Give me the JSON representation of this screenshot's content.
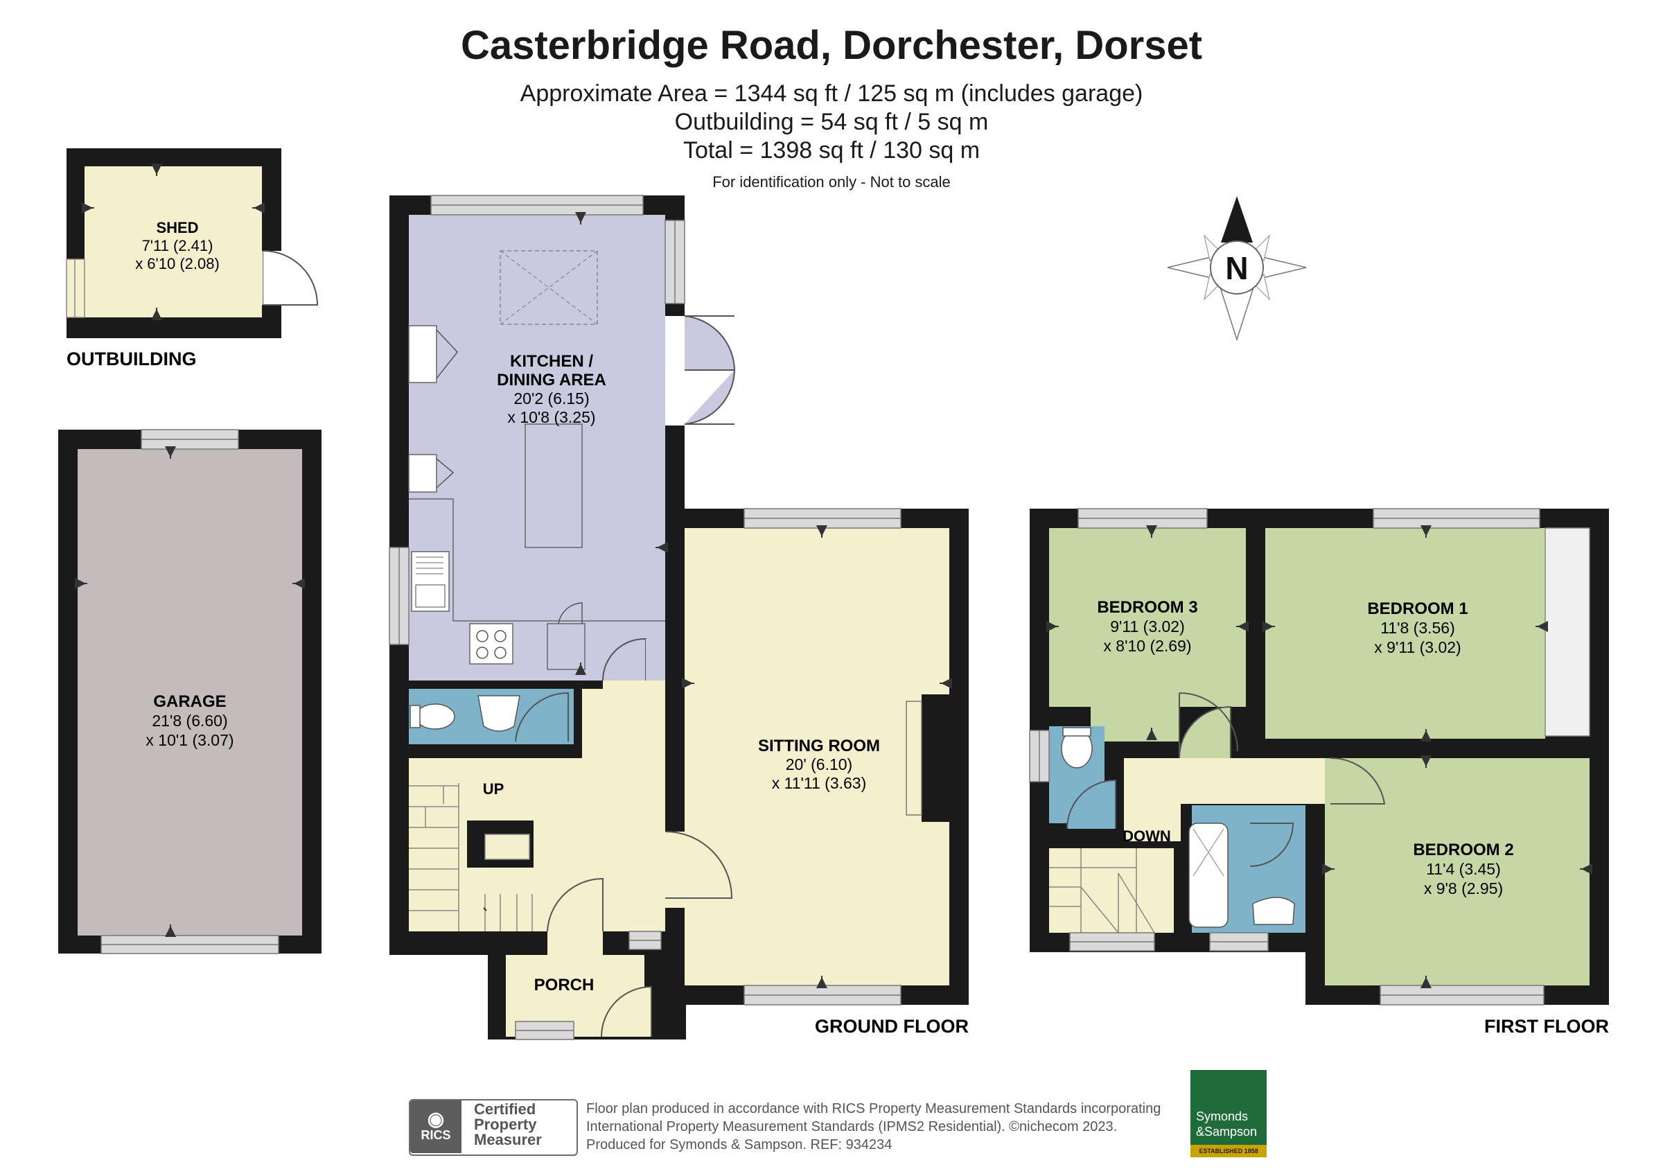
{
  "header": {
    "title": "Casterbridge Road, Dorchester, Dorset",
    "area_line": "Approximate Area = 1344 sq ft / 125 sq m (includes garage)",
    "outbuilding_line": "Outbuilding = 54 sq ft / 5 sq m",
    "total_line": "Total = 1398 sq ft / 130 sq m",
    "identification_note": "For identification only - Not to scale"
  },
  "compass": {
    "label": "N"
  },
  "outbuilding": {
    "label": "OUTBUILDING",
    "shed": {
      "name": "SHED",
      "dim1": "7'11 (2.41)",
      "dim2": "x 6'10 (2.08)"
    },
    "garage": {
      "name": "GARAGE",
      "dim1": "21'8 (6.60)",
      "dim2": "x 10'1 (3.07)"
    }
  },
  "ground_floor": {
    "label": "GROUND FLOOR",
    "kitchen": {
      "name1": "KITCHEN /",
      "name2": "DINING AREA",
      "dim1": "20'2 (6.15)",
      "dim2": "x 10'8 (3.25)"
    },
    "sitting": {
      "name": "SITTING ROOM",
      "dim1": "20' (6.10)",
      "dim2": "x 11'11 (3.63)"
    },
    "porch": {
      "name": "PORCH"
    },
    "stairs_label": "UP"
  },
  "first_floor": {
    "label": "FIRST FLOOR",
    "bedroom3": {
      "name": "BEDROOM 3",
      "dim1": "9'11 (3.02)",
      "dim2": "x 8'10 (2.69)"
    },
    "bedroom1": {
      "name": "BEDROOM 1",
      "dim1": "11'8 (3.56)",
      "dim2": "x 9'11 (3.02)"
    },
    "bedroom2": {
      "name": "BEDROOM 2",
      "dim1": "11'4 (3.45)",
      "dim2": "x 9'8 (2.95)"
    },
    "stairs_label": "DOWN"
  },
  "footer": {
    "rics_logo": "RICS",
    "certified_1": "Certified",
    "certified_2": "Property",
    "certified_3": "Measurer",
    "line1": "Floor plan produced in accordance with RICS Property Measurement Standards incorporating",
    "line2": "International Property Measurement Standards (IPMS2 Residential).   ©nichecom 2023.",
    "line3": "Produced for Symonds & Sampson.    REF:  934234",
    "agent_1": "Symonds",
    "agent_2": "&Sampson",
    "agent_3": "ESTABLISHED 1858"
  },
  "colors": {
    "wall": "#1a1a1a",
    "kitchen": "#c9c9df",
    "hall_sitting": "#f4efcc",
    "bathroom": "#7fb3c9",
    "bedroom": "#c5d7a4",
    "garage": "#c4bcbc",
    "window": "#d9d9d9",
    "agent_green": "#1f6b3a"
  }
}
